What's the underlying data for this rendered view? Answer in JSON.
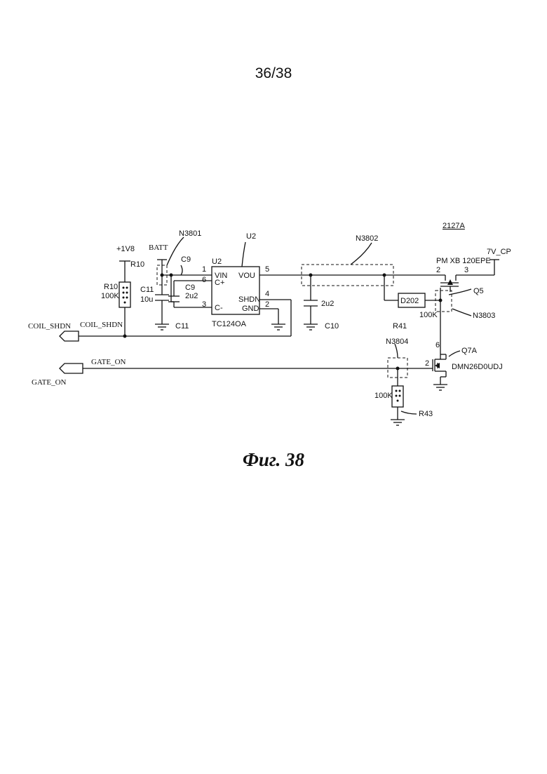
{
  "page": {
    "number": "36/38"
  },
  "figure": {
    "caption": "Фиг. 38"
  },
  "signals": {
    "coil_shdn_port": "COIL_SHDN",
    "coil_shdn_net": "COIL_SHDN",
    "gate_on_port": "GATE_ON",
    "gate_on_net": "GATE_ON",
    "batt": "BATT",
    "supply_1v8": "+1V8",
    "out_7v": "7V_CP"
  },
  "nodes": {
    "n3801": "N3801",
    "n3802": "N3802",
    "n3803": "N3803",
    "n3804": "N3804"
  },
  "r10": {
    "ref_top": "R10",
    "ref": "R10",
    "value": "100K"
  },
  "c11": {
    "ref": "C11",
    "value": "10u",
    "ref_bottom": "C11"
  },
  "c9": {
    "ref_top": "C9",
    "ref": "C9",
    "value": "2u2"
  },
  "u2": {
    "ref_callout": "U2",
    "ref": "U2",
    "part": "TC124OA",
    "pin_vin": "VIN",
    "pin_cplus": "C+",
    "pin_cminus": "C-",
    "pin_vou": "VOU",
    "pin_shdn": "SHDN",
    "pin_gnd": "GND",
    "n1": "1",
    "n6": "6",
    "n3": "3",
    "n5": "5",
    "n4": "4",
    "n2": "2"
  },
  "c10": {
    "value": "2u2",
    "ref": "C10"
  },
  "d202": {
    "ref": "D202"
  },
  "r41": {
    "ref": "R41",
    "value": "100K"
  },
  "q5": {
    "ref": "Q5",
    "part": "PM XB 120EPE",
    "n2": "2",
    "n3": "3"
  },
  "block": {
    "label": "2127A"
  },
  "q7a": {
    "ref": "Q7A",
    "part": "DMN26D0UDJ",
    "n6": "6",
    "n2": "2"
  },
  "r43": {
    "value": "100K",
    "ref": "R43"
  }
}
